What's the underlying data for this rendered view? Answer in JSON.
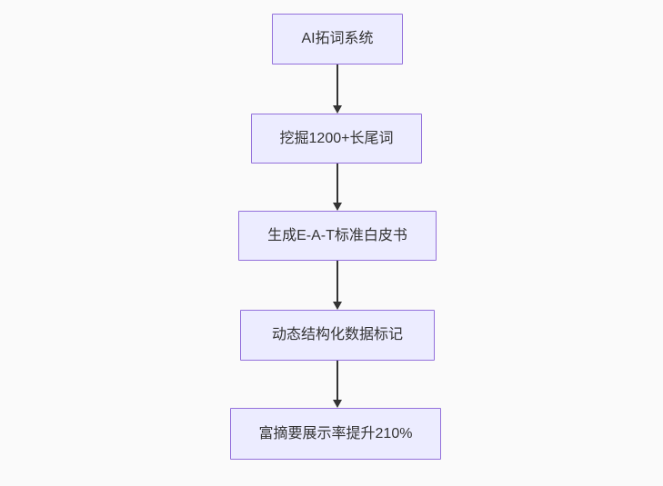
{
  "canvas": {
    "background_color": "#fafafa"
  },
  "flowchart": {
    "type": "flowchart",
    "direction": "top-down",
    "node_fill_color": "#ECECFF",
    "node_border_color": "#9370DB",
    "edge_color": "#333333",
    "text_color": "#333333",
    "nodes": [
      {
        "label": "AI拓词系统"
      },
      {
        "label": "挖掘1200+长尾词"
      },
      {
        "label": "生成E-A-T标准白皮书"
      },
      {
        "label": "动态结构化数据标记"
      },
      {
        "label": "富摘要展示率提升210%"
      }
    ],
    "edges": [
      {
        "from": "AI拓词系统",
        "to": "挖掘1200+长尾词"
      },
      {
        "from": "挖掘1200+长尾词",
        "to": "生成E-A-T标准白皮书"
      },
      {
        "from": "生成E-A-T标准白皮书",
        "to": "动态结构化数据标记"
      },
      {
        "from": "动态结构化数据标记",
        "to": "富摘要展示率提升210%"
      }
    ]
  }
}
